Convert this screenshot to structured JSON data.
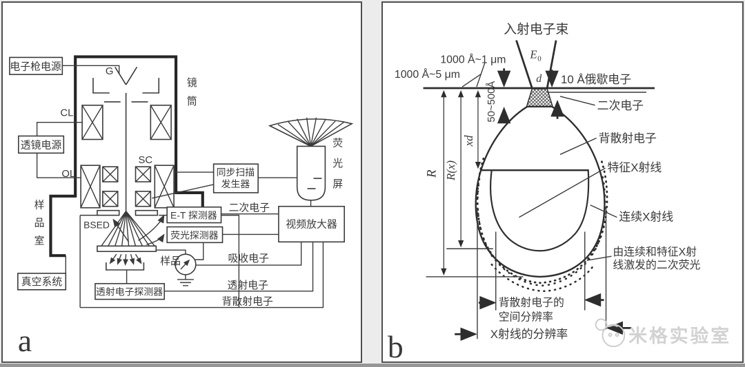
{
  "panel_a": {
    "tag": "a",
    "boxes": {
      "gun_power": "电子枪电源",
      "lens_power": "透镜电源",
      "sync_scan_line1": "同步扫描",
      "sync_scan_line2": "发生器",
      "et_detector": "E-T 探测器",
      "fluor_detector": "荧光探测器",
      "video_amp": "视频放大器",
      "vacuum": "真空系统",
      "te_detector": "透射电子探测器"
    },
    "labels": {
      "gun": "G",
      "cl": "CL",
      "ol": "OL",
      "sc": "SC",
      "bsed": "BSED",
      "sample": "样品",
      "column_chars": [
        "镜",
        "筒"
      ],
      "screen_chars": [
        "荧",
        "光",
        "屏"
      ],
      "chamber_chars": [
        "样",
        "品",
        "室"
      ],
      "secondary": "二次电子",
      "absorbed": "吸收电子",
      "transmitted": "透射电子",
      "backscattered": "背散射电子"
    }
  },
  "panel_b": {
    "tag": "b",
    "labels": {
      "incident_beam": "入射电子束",
      "e0": "E",
      "e0_sub": "0",
      "d": "d",
      "range_1um": "1000 Å~1 μm",
      "range_5um": "1000 Å~5 μm",
      "depth_50_500": "50~500Å",
      "auger": "10 Å俄歇电子",
      "secondary": "二次电子",
      "backscattered": "背散射电子",
      "char_xray": "特征X射线",
      "cont_xray": "连续X射线",
      "fluor_line1": "由连续和特征X射",
      "fluor_line2": "线激发的二次荧光",
      "r": "R",
      "rx": "R(x)",
      "xd": "xd",
      "bse_res_line1": "背散射电子的",
      "bse_res_line2": "空间分辨率",
      "xray_res": "X射线的分辨率"
    }
  },
  "watermark": {
    "text": "米格实验室"
  },
  "colors": {
    "line": "#3a3a3a",
    "panel_border": "#4f4f4f",
    "background": "#ececec",
    "bottom_bar": "#969696",
    "watermark": "#d2d2d2"
  }
}
